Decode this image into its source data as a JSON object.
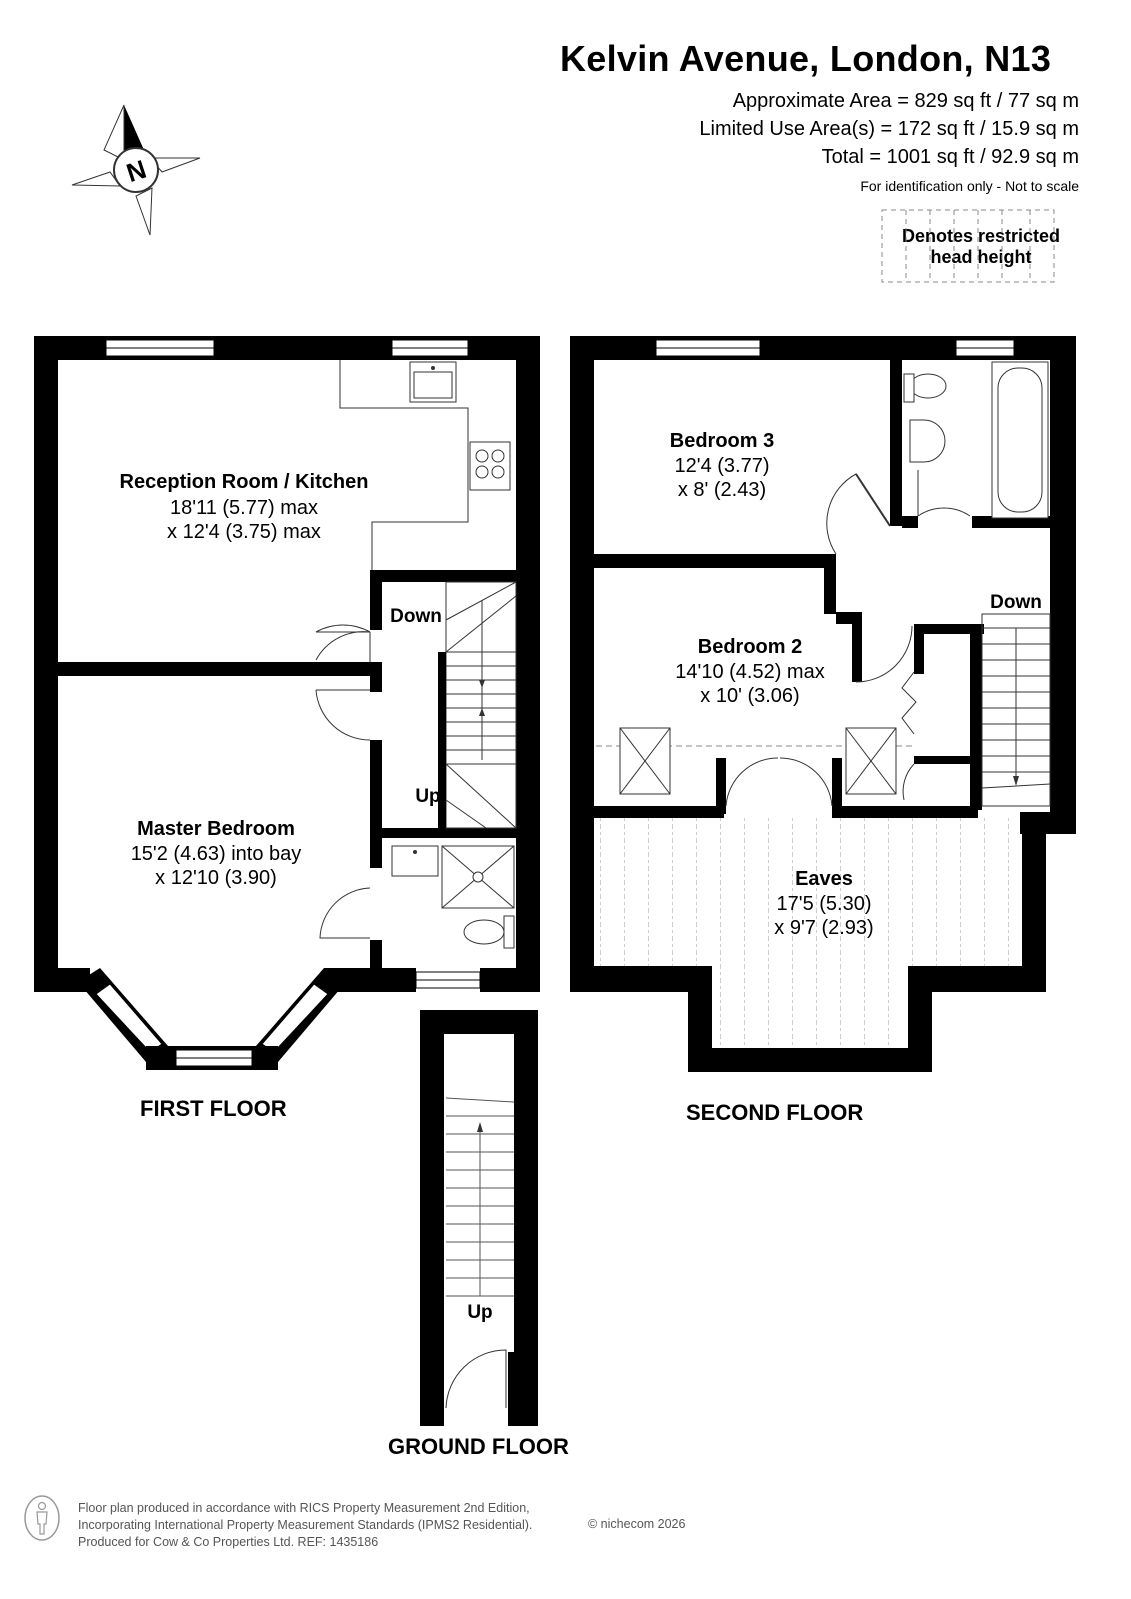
{
  "header": {
    "title": "Kelvin Avenue, London, N13",
    "approx_area": "Approximate Area = 829 sq ft / 77 sq m",
    "limited_use_area": "Limited Use Area(s) = 172 sq ft / 15.9 sq m",
    "total_area": "Total = 1001 sq ft / 92.9 sq m",
    "identification": "For identification only - Not to scale"
  },
  "legend": {
    "line1": "Denotes restricted",
    "line2": "head height"
  },
  "compass": {
    "icon": "north-compass-icon",
    "letter": "N"
  },
  "first_floor": {
    "label": "FIRST FLOOR",
    "reception": {
      "name": "Reception Room / Kitchen",
      "dim1": "18'11 (5.77) max",
      "dim2": "x 12'4 (3.75) max"
    },
    "master": {
      "name": "Master Bedroom",
      "dim1": "15'2 (4.63) into bay",
      "dim2": "x 12'10 (3.90)"
    },
    "stairs_down": "Down",
    "stairs_up": "Up"
  },
  "second_floor": {
    "label": "SECOND FLOOR",
    "bedroom3": {
      "name": "Bedroom 3",
      "dim1": "12'4 (3.77)",
      "dim2": "x 8' (2.43)"
    },
    "bedroom2": {
      "name": "Bedroom 2",
      "dim1": "14'10 (4.52) max",
      "dim2": "x 10' (3.06)"
    },
    "eaves": {
      "name": "Eaves",
      "dim1": "17'5 (5.30)",
      "dim2": "x 9'7 (2.93)"
    },
    "stairs_down": "Down"
  },
  "ground_floor": {
    "label": "GROUND FLOOR",
    "stairs_up": "Up"
  },
  "footer": {
    "line1": "Floor plan produced in accordance with RICS Property Measurement 2nd Edition,",
    "line2": "Incorporating International Property Measurement Standards (IPMS2 Residential).",
    "line3": "Produced for Cow & Co Properties Ltd.   REF: 1435186",
    "copyright": "© nichecom 2026",
    "icon": "person-scale-icon"
  },
  "colors": {
    "wall": "#000000",
    "fixture": "#555555",
    "restricted": "#888888"
  }
}
